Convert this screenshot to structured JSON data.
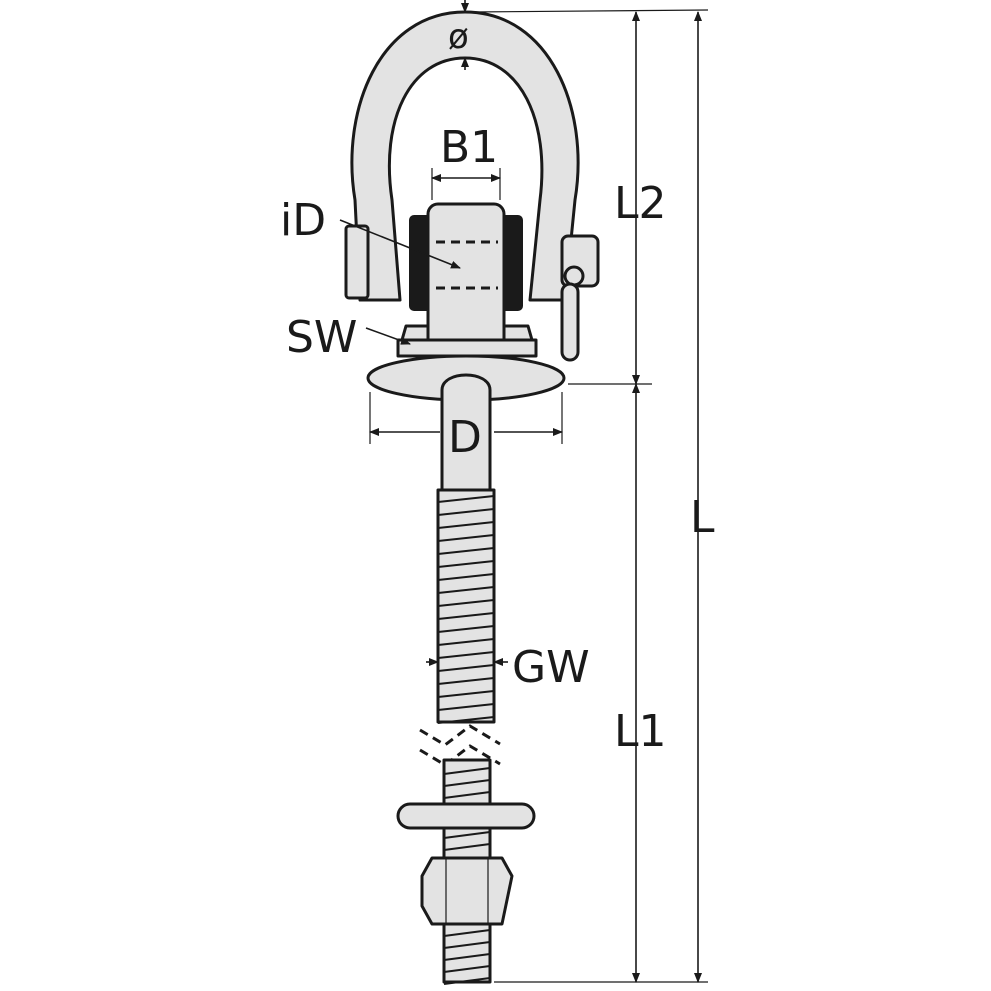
{
  "labels": {
    "diameter": "ø",
    "b1": "B1",
    "id": "iD",
    "sw": "SW",
    "d": "D",
    "gw": "GW",
    "l2": "L2",
    "l1": "L1",
    "l": "L"
  },
  "colors": {
    "line": "#1a1a1a",
    "fill": "#e3e3e3",
    "background": "#ffffff"
  }
}
